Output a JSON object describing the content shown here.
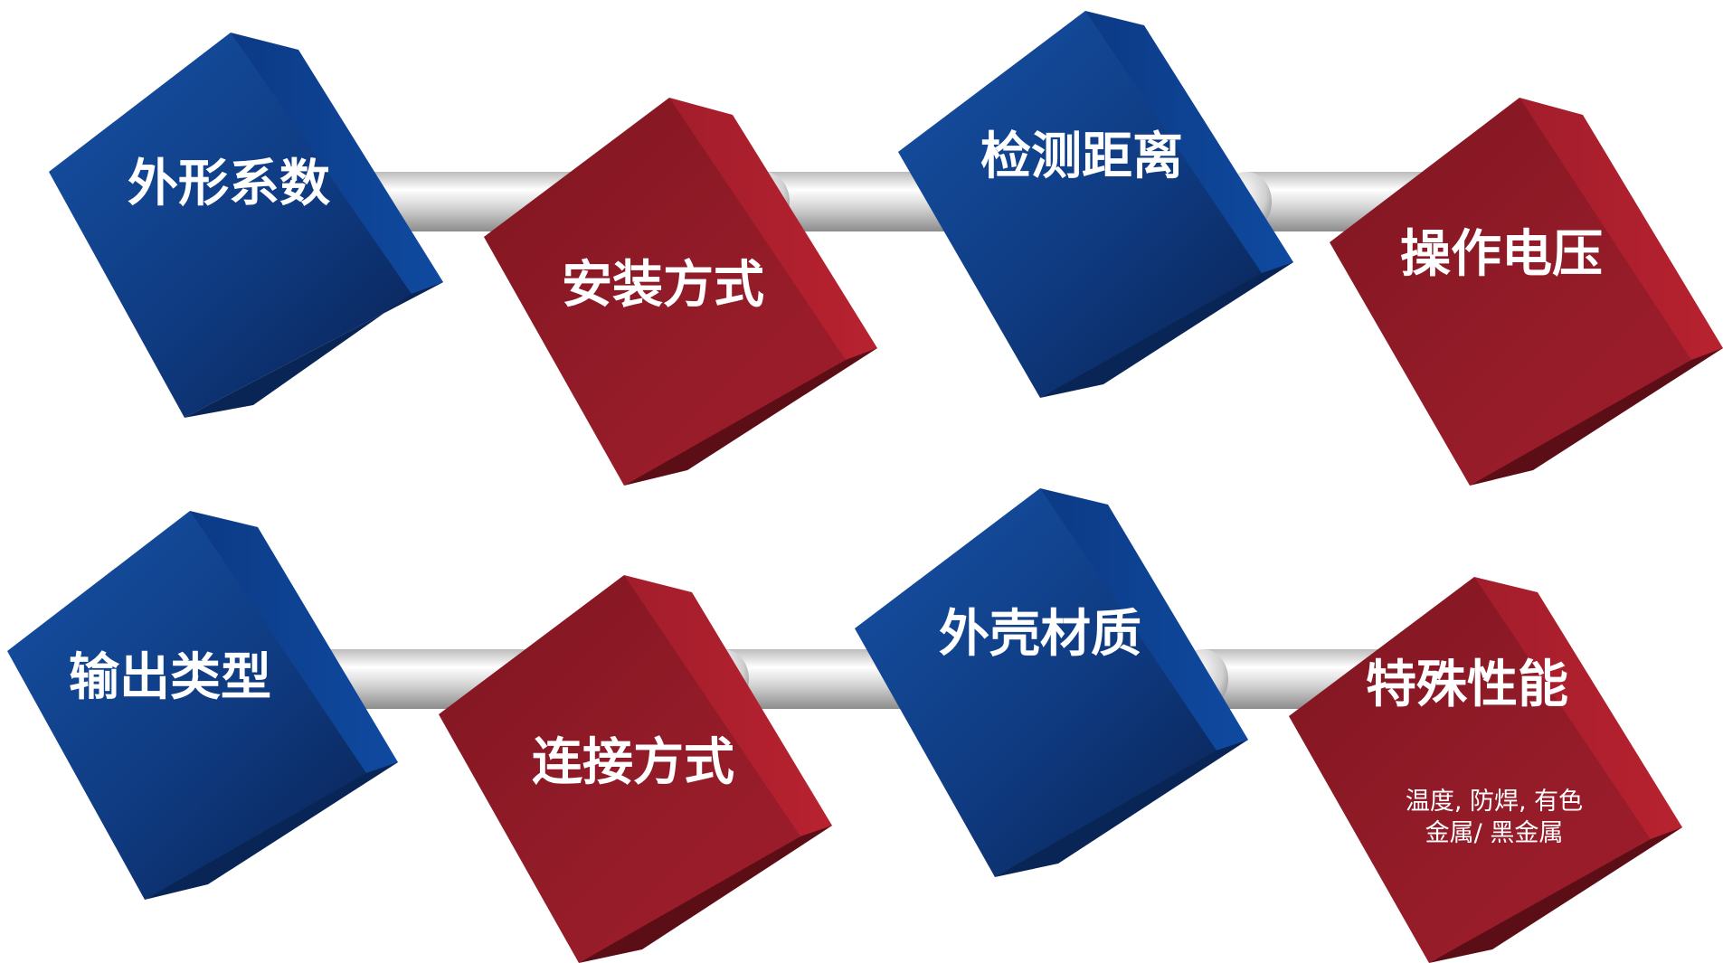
{
  "diagram": {
    "row1": [
      {
        "label": "外形系数",
        "color": "blue"
      },
      {
        "label": "安装方式",
        "color": "red"
      },
      {
        "label": "检测距离",
        "color": "blue"
      },
      {
        "label": "操作电压",
        "color": "red"
      }
    ],
    "row2": [
      {
        "label": "输出类型",
        "color": "blue"
      },
      {
        "label": "连接方式",
        "color": "red"
      },
      {
        "label": "外壳材质",
        "color": "blue"
      },
      {
        "label": "特殊性能",
        "color": "red",
        "note_lines": [
          "温度, 防焊, 有色",
          "金属/  黑金属"
        ]
      }
    ]
  },
  "colors": {
    "blue_face_light": "#1452a8",
    "blue_face_dark": "#0b2d6b",
    "blue_side": "#0f3f8a",
    "blue_edge": "#0a2a5e",
    "red_face_light": "#8e1a26",
    "red_face_dark": "#9e1c2a",
    "red_side": "#b0202f",
    "red_edge": "#5e0f18",
    "pipe_light": "#ffffff",
    "pipe_mid": "#c9c9c9",
    "pipe_dark": "#8a8a8a"
  }
}
